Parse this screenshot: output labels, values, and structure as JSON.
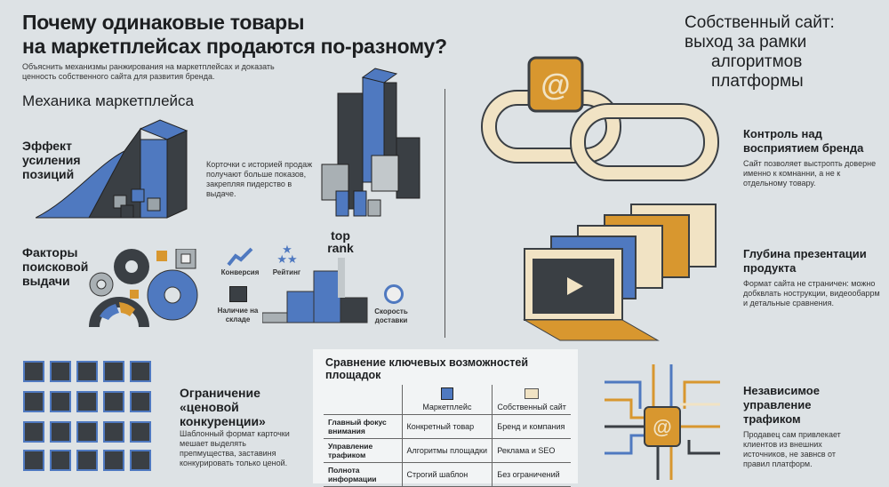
{
  "left": {
    "title_line1": "Почему одинаковые товары",
    "title_line2": "на маркетплейсах продаются по-разному?",
    "subtitle_line1": "Объяснить механизмы ранжирования на маркетплейсах и доказать",
    "subtitle_line2": "ценность собственного сайта для развития бренда.",
    "section": "Механика маркетплейса",
    "effect": {
      "title": "Эффект усиления позиций",
      "text": "Корточки с историей продаж получают больше показов, закрепляя пидерство в выдаче."
    },
    "factors": {
      "title": "Факторы поисковой выдачи",
      "top_rank_line1": "top",
      "top_rank_line2": "rank",
      "items": [
        {
          "label": "Конверсия",
          "icon": "trend-line-icon"
        },
        {
          "label": "Рейтинг",
          "icon": "stars-icon"
        },
        {
          "label": "Наличие на складе",
          "icon": "box-icon"
        },
        {
          "label": "Скорость доставки",
          "icon": "stopwatch-icon"
        }
      ]
    },
    "competition": {
      "title": "Ограничение «ценовой конкуренции»",
      "text": "Шаблонный формат карточки мешает выделять препмущества, заставиня конкурировать только ценой."
    }
  },
  "table": {
    "title": "Сравнение ключевых возможностей площадок",
    "columns": [
      "Маркетплейс",
      "Собственный сайт"
    ],
    "rows": [
      {
        "label": "Главный фокус внимания",
        "a": "Конкретный товар",
        "b": "Бренд и компания"
      },
      {
        "label": "Управление трафиком",
        "a": "Алгоритмы площадки",
        "b": "Реклама и SEO"
      },
      {
        "label": "Полнота информации",
        "a": "Строгий шаблон",
        "b": "Без ограничений"
      }
    ]
  },
  "right": {
    "title_line1": "Собственный сайт:",
    "title_line2": "выход за рамки",
    "title_line3": "алгоритмов",
    "title_line4": "платформы",
    "items": [
      {
        "title": "Контроль над восприятием бренда",
        "text": "Сайт позволяет выстропть доверне именно к комнанни, а не к отдельному товару."
      },
      {
        "title": "Глубина презентации продукта",
        "text": "Формат сайта не страничен: можно добквлать нострукции, видеообаррм и детальные сравнения."
      },
      {
        "title": "Независимое управление трафиком",
        "text": "Продавец сам привлекает клиентов из внешних источников, не завнсв от правил платформ."
      }
    ]
  },
  "colors": {
    "blue": "#4f79c0",
    "dark": "#3a3f44",
    "orange": "#d8972f",
    "cream": "#f1e3c4",
    "bg": "#dde2e5"
  }
}
